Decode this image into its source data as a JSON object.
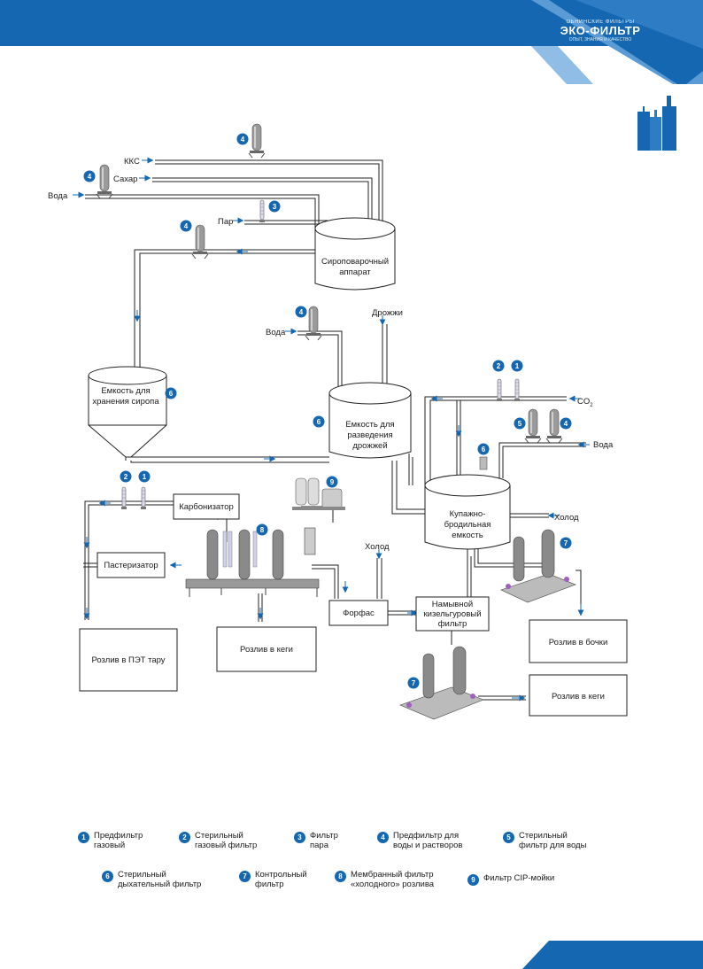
{
  "header": {
    "logo_top": "ОБНИНСКИЕ ФИЛЬТРЫ",
    "logo_main": "ЭКО-ФИЛЬТР",
    "logo_sub": "ОПЫТ, ЗНАНИЯ И КАЧЕСТВО",
    "brand_color": "#1467b0"
  },
  "inputs": {
    "kks": "ККС",
    "sugar": "Сахар",
    "water1": "Вода",
    "steam": "Пар",
    "water2": "Вода",
    "yeast": "Дрожжи",
    "co2": "CO",
    "co2_sub": "2",
    "water3": "Вода",
    "cold1": "Холод",
    "cold2": "Холод"
  },
  "units": {
    "syrup_cooker": [
      "Сироповарочный",
      "аппарат"
    ],
    "syrup_storage": [
      "Емкость для",
      "хранения сиропа"
    ],
    "yeast_tank": [
      "Емкость для",
      "разведения",
      "дрожжей"
    ],
    "ferment_tank": [
      "Купажно-",
      "бродильная",
      "емкость"
    ],
    "carbonizer": "Карбонизатор",
    "pasteurizer": "Пастеризатор",
    "forfas": "Форфас",
    "kieselguhr": [
      "Намывной",
      "кизельгуровый",
      "фильтр"
    ],
    "pet_bottling": "Розлив в ПЭТ тару",
    "keg_bottling_1": "Розлив в кеги",
    "barrel_bottling": "Розлив в бочки",
    "keg_bottling_2": "Розлив в кеги"
  },
  "badges": [
    "4",
    "4",
    "3",
    "4",
    "4",
    "6",
    "6",
    "2",
    "1",
    "5",
    "4",
    "6",
    "2",
    "1",
    "9",
    "8",
    "7",
    "7"
  ],
  "legend": [
    {
      "num": "1",
      "line1": "Предфильтр",
      "line2": "газовый"
    },
    {
      "num": "2",
      "line1": "Стерильный",
      "line2": "газовый фильтр"
    },
    {
      "num": "3",
      "line1": "Фильтр",
      "line2": "пара"
    },
    {
      "num": "4",
      "line1": "Предфильтр для",
      "line2": "воды и растворов"
    },
    {
      "num": "5",
      "line1": "Стерильный",
      "line2": "фильтр для воды"
    },
    {
      "num": "6",
      "line1": "Стерильный",
      "line2": "дыхательный фильтр"
    },
    {
      "num": "7",
      "line1": "Контрольный",
      "line2": "фильтр"
    },
    {
      "num": "8",
      "line1": "Мембранный фильтр",
      "line2": "«холодного» розлива"
    },
    {
      "num": "9",
      "line1": "Фильтр CIP-мойки",
      "line2": ""
    }
  ]
}
